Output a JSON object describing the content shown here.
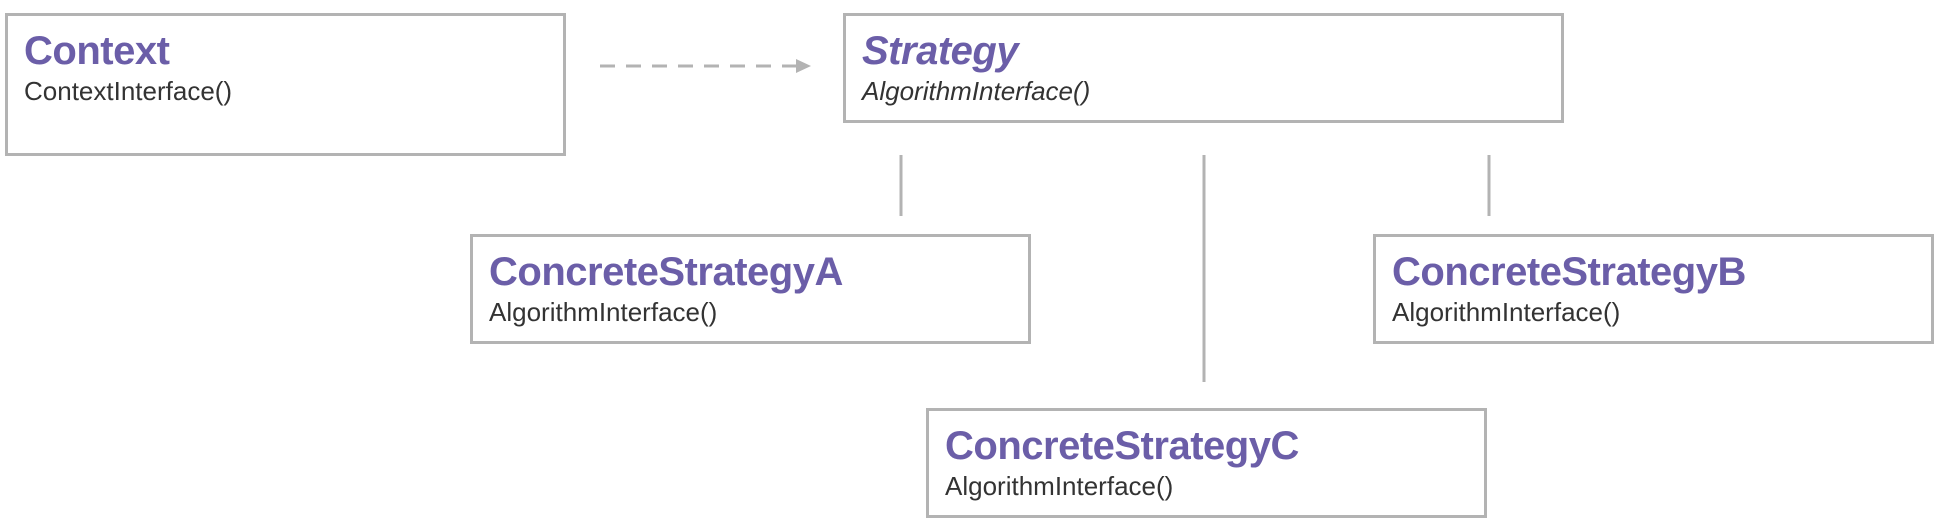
{
  "diagram": {
    "context": {
      "name": "Context",
      "method": "ContextInterface()"
    },
    "strategy": {
      "name": "Strategy",
      "method": "AlgorithmInterface()"
    },
    "concrete_a": {
      "name": "ConcreteStrategyA",
      "method": "AlgorithmInterface()"
    },
    "concrete_b": {
      "name": "ConcreteStrategyB",
      "method": "AlgorithmInterface()"
    },
    "concrete_c": {
      "name": "ConcreteStrategyC",
      "method": "AlgorithmInterface()"
    }
  },
  "colors": {
    "class_name": "#6b5ea8",
    "method_text": "#333333",
    "border": "#b3b3b3",
    "connector": "#b3b3b3"
  },
  "icons": {
    "dependency_arrow": "dashed-arrow-right-icon"
  }
}
